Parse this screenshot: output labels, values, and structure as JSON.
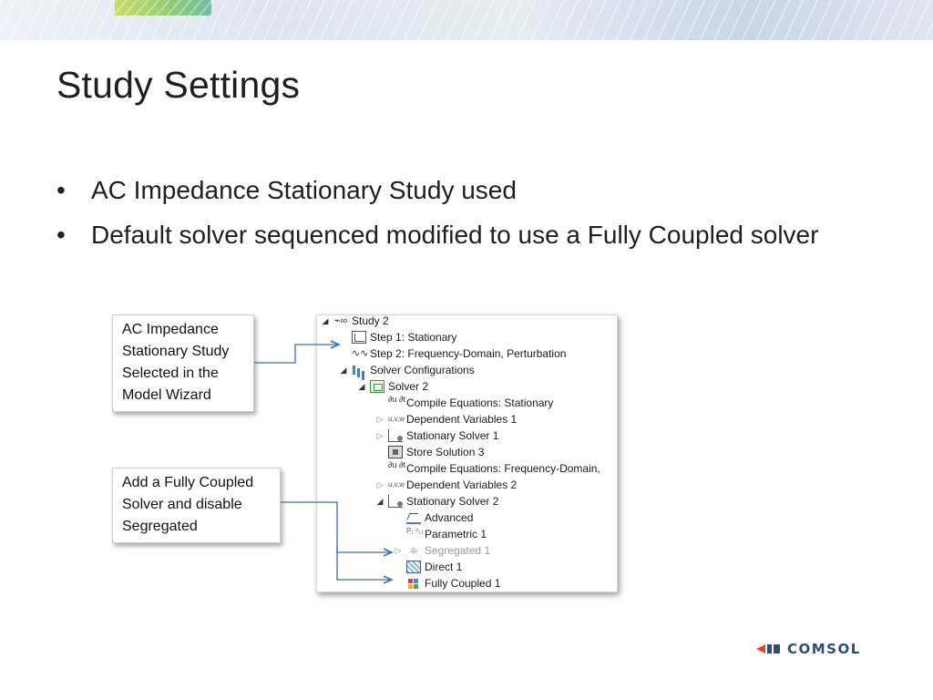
{
  "slide": {
    "title": "Study Settings",
    "bullets": [
      "AC Impedance Stationary Study used",
      "Default solver sequenced modified to use a Fully Coupled solver"
    ],
    "bullet_symbol": "•"
  },
  "callouts": {
    "first": [
      "AC Impedance",
      "Stationary Study",
      "Selected in the",
      "Model Wizard"
    ],
    "second": [
      "Add a Fully Coupled",
      "Solver and disable",
      "Segregated"
    ]
  },
  "tree": {
    "expand_open_symbol": "◢",
    "expand_closed_symbol": "▷",
    "items": [
      {
        "label": "Study 2",
        "icon": "study-icon"
      },
      {
        "label": "Step 1: Stationary",
        "icon": "stationary-step-icon"
      },
      {
        "label": "Step 2: Frequency-Domain, Perturbation",
        "icon": "frequency-domain-icon"
      },
      {
        "label": "Solver Configurations",
        "icon": "solver-configurations-icon"
      },
      {
        "label": "Solver 2",
        "icon": "solver-icon"
      },
      {
        "label": "Compile Equations: Stationary",
        "icon": "compile-equations-icon"
      },
      {
        "label": "Dependent Variables 1",
        "icon": "dependent-variables-icon"
      },
      {
        "label": "Stationary Solver 1",
        "icon": "stationary-solver-icon"
      },
      {
        "label": "Store Solution 3",
        "icon": "store-solution-icon"
      },
      {
        "label": "Compile Equations: Frequency-Domain,",
        "icon": "compile-equations-icon"
      },
      {
        "label": "Dependent Variables 2",
        "icon": "dependent-variables-icon"
      },
      {
        "label": "Stationary Solver 2",
        "icon": "stationary-solver-icon"
      },
      {
        "label": "Advanced",
        "icon": "advanced-icon"
      },
      {
        "label": "Parametric 1",
        "icon": "parametric-icon"
      },
      {
        "label": "Segregated 1",
        "icon": "segregated-icon",
        "disabled": true
      },
      {
        "label": "Direct 1",
        "icon": "direct-icon"
      },
      {
        "label": "Fully Coupled 1",
        "icon": "fully-coupled-icon"
      }
    ]
  },
  "icon_glyphs": {
    "study": "⌁∞",
    "wave": "∿∿",
    "compile": "∂u ∂t",
    "depvar": "u,v,w",
    "param": "P₁ ²₁₃",
    "seg": "≑"
  },
  "logo": {
    "text": "COMSOL"
  },
  "colors": {
    "connector": "#3b6fb6",
    "brand_red": "#e0452d",
    "brand_blue": "#2f4c7a"
  }
}
